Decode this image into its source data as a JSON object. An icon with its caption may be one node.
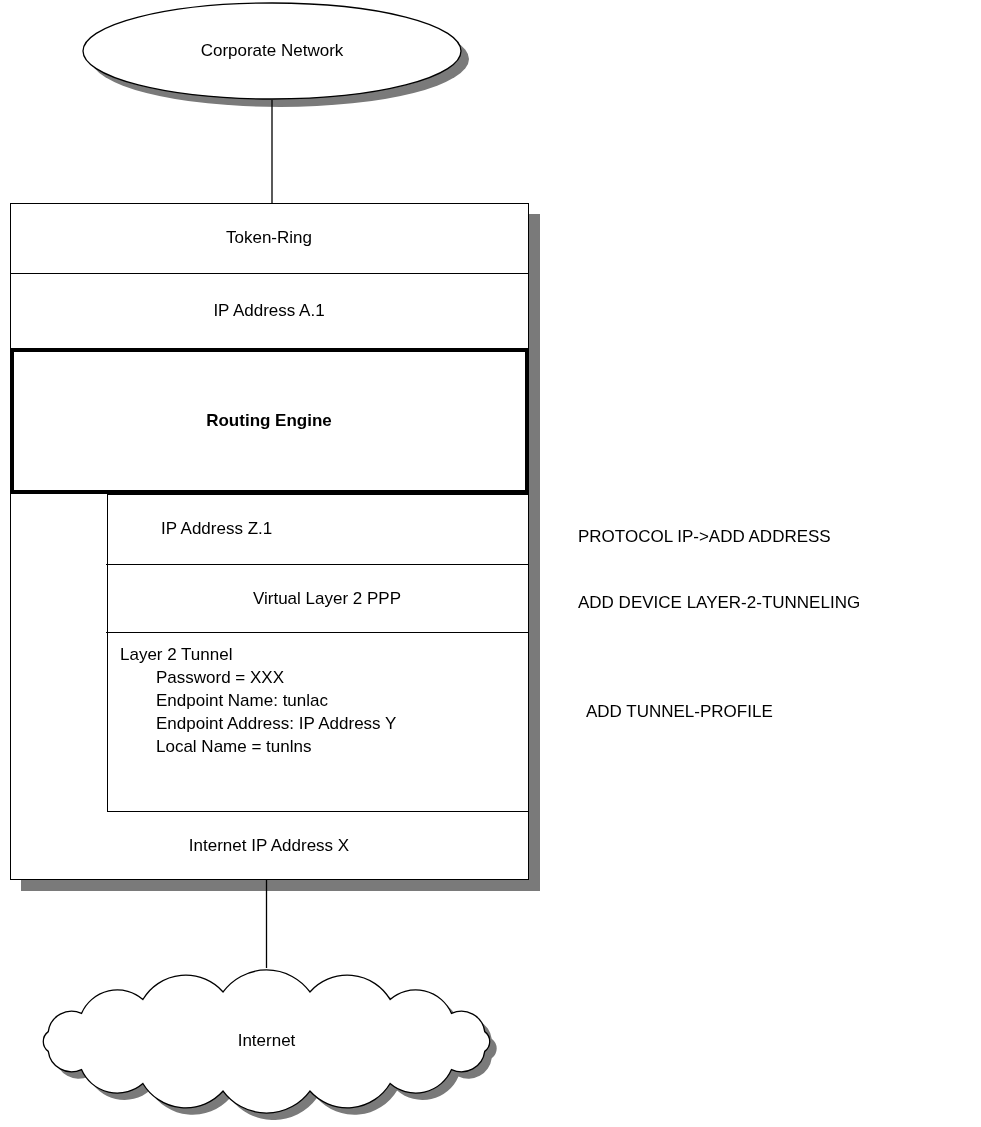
{
  "diagram": {
    "nodes": [
      {
        "text": [
          "Corporate Network"
        ]
      },
      {
        "text": [],
        "shape": "box"
      },
      {
        "text": [
          "Token-Ring"
        ],
        "in": 1
      },
      {
        "text": [
          "IP Address A.1"
        ],
        "in": 1
      },
      {
        "text": [
          "Routing Engine"
        ],
        "in": 1
      },
      {
        "text": [],
        "shape": "box",
        "in": 1
      },
      {
        "text": [
          "IP Address Z.1"
        ],
        "in": 5
      },
      {
        "text": [
          "Virtual Layer 2 PPP"
        ],
        "in": 5
      },
      {
        "text": [
          "Layer 2 Tunnel",
          "Password = XXX",
          "Endpoint Name: tunlac",
          "Endpoint Address: IP Address Y",
          "Local Name = tunlns"
        ],
        "in": 5
      },
      {
        "text": [
          "Internet IP Address X"
        ],
        "in": 1
      },
      {
        "text": [
          "Internet"
        ]
      }
    ],
    "edges": [
      {
        "from": 0,
        "to": 1,
        "arrow": "none"
      },
      {
        "from": 1,
        "to": 10,
        "arrow": "none"
      }
    ],
    "labels": [
      "PROTOCOL IP->ADD ADDRESS",
      "ADD DEVICE LAYER-2-TUNNELING",
      "ADD TUNNEL-PROFILE"
    ]
  }
}
